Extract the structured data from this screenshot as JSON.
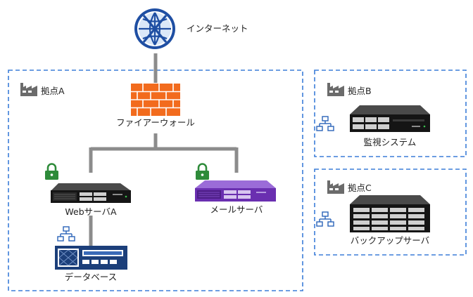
{
  "nodes": {
    "internet": {
      "label": "インターネット"
    },
    "firewall": {
      "label": "ファイアーウォール"
    },
    "web_server": {
      "label": "WebサーバA"
    },
    "mail_server": {
      "label": "メールサーバ"
    },
    "database": {
      "label": "データベース"
    },
    "monitoring": {
      "label": "監視システム"
    },
    "backup": {
      "label": "バックアップサーバ"
    }
  },
  "sites": {
    "a": {
      "label": "拠点A"
    },
    "b": {
      "label": "拠点B"
    },
    "c": {
      "label": "拠点C"
    }
  },
  "colors": {
    "zone_border": "#3b7dd8",
    "link": "#8c8c8c",
    "firewall": "#f26b1d",
    "lock": "#2e8b3a",
    "globe": "#1f4fa3",
    "mail_server": "#6a2fb0",
    "database": "#1c3f7a",
    "network_icon": "#2a63b8",
    "factory": "#6b6b6b"
  }
}
